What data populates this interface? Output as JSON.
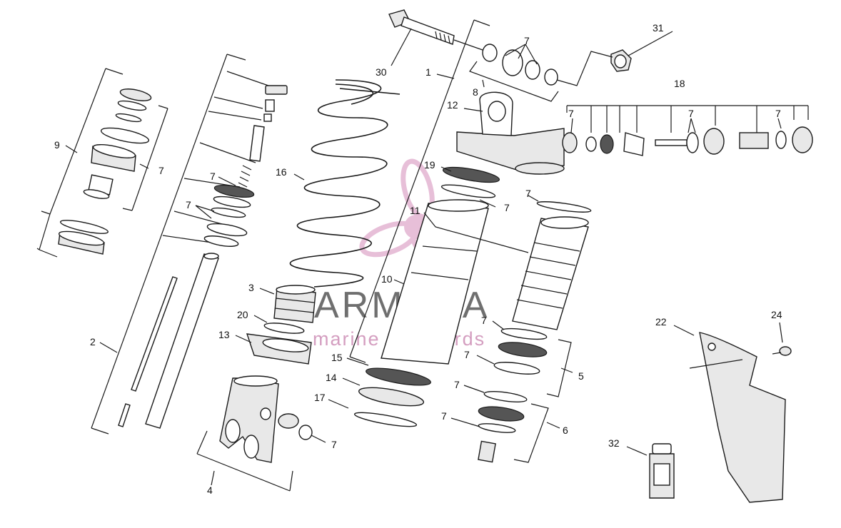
{
  "watermark": {
    "brand": "ARMADA",
    "tagline": "marine outboards",
    "brand_color": "#6f6f6f",
    "accent_color": "#d49ec0"
  },
  "callouts": {
    "c1": "1",
    "c2": "2",
    "c3": "3",
    "c4": "4",
    "c5": "5",
    "c6": "6",
    "c7": "7",
    "c8": "8",
    "c9": "9",
    "c10": "10",
    "c11": "11",
    "c12": "12",
    "c13": "13",
    "c14": "14",
    "c15": "15",
    "c16": "16",
    "c17": "17",
    "c18": "18",
    "c19": "19",
    "c20": "20",
    "c22": "22",
    "c24": "24",
    "c30": "30",
    "c31": "31",
    "c32": "32"
  }
}
